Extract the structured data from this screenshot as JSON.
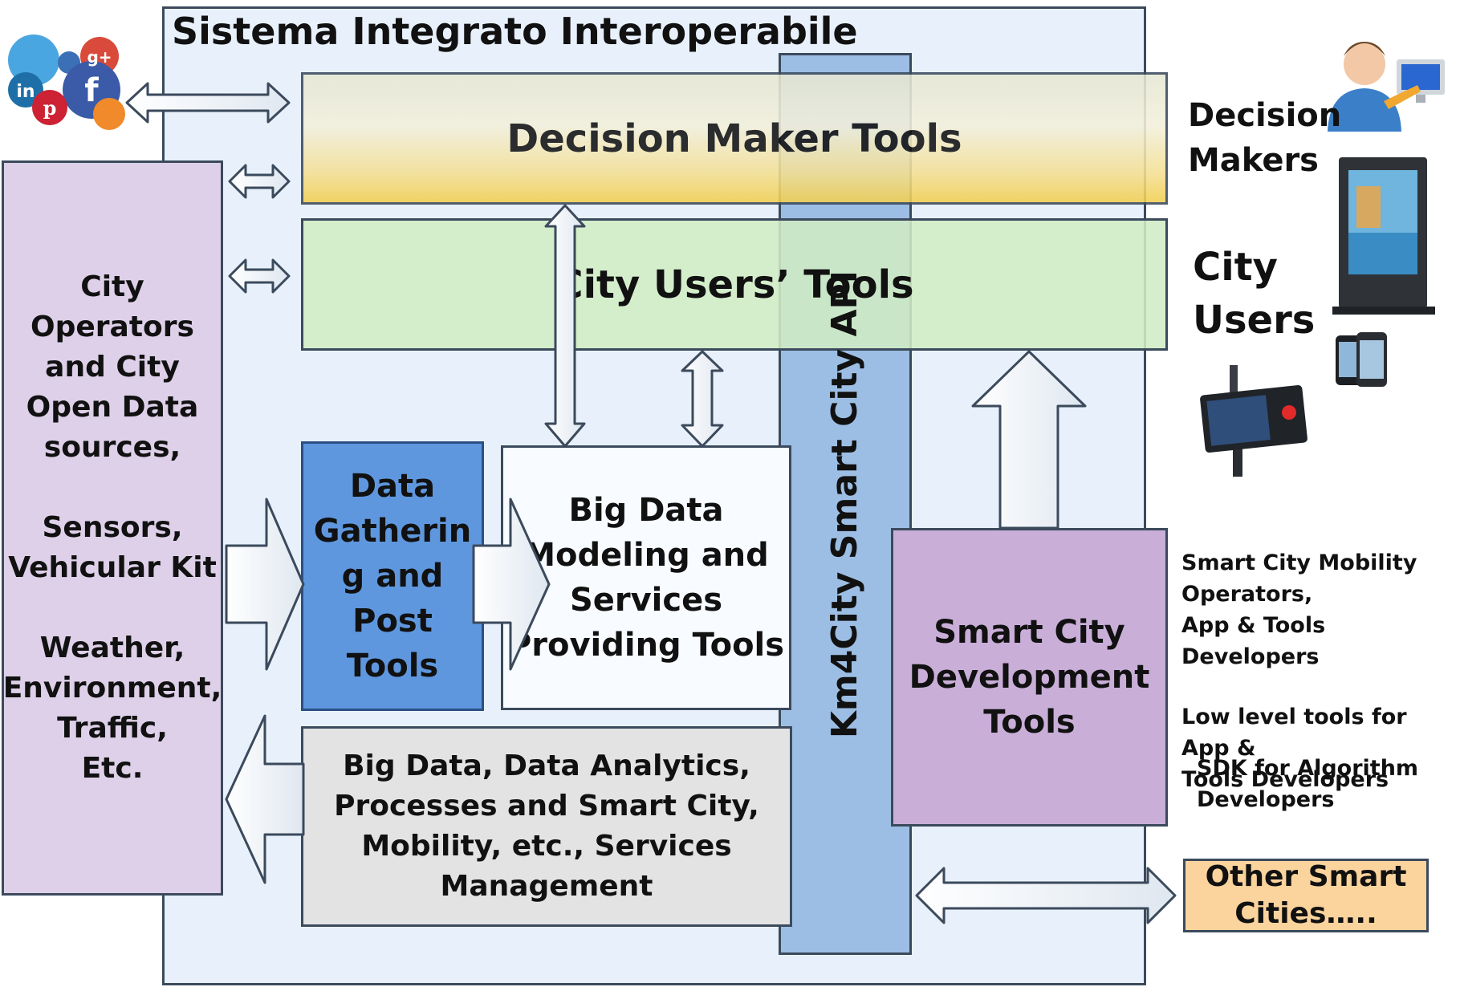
{
  "title": "Sistema Integrato Interoperabile",
  "api_label": "Km4City Smart City API",
  "blocks": {
    "decision_tools": "Decision Maker Tools",
    "users_tools": "City Users’ Tools",
    "sources": [
      "City",
      "Operators",
      "and City",
      "Open Data",
      "sources,",
      "",
      "Sensors,",
      "Vehicular Kit",
      "",
      "Weather,",
      "Environment,",
      "Traffic,",
      "Etc."
    ],
    "data_gathering": [
      "Data",
      "Gatherin",
      "g and",
      "Post",
      "Tools"
    ],
    "big_data_modeling": [
      "Big Data",
      "Modeling and",
      "Services",
      "Providing Tools"
    ],
    "management": [
      "Big Data, Data Analytics,",
      "Processes and Smart City,",
      "Mobility, etc., Services",
      "Management"
    ],
    "dev_tools": [
      "Smart City",
      "Development",
      "Tools"
    ]
  },
  "actors": {
    "decision_makers": [
      "Decision",
      "Makers"
    ],
    "city_users": [
      "City",
      "Users"
    ],
    "developers": [
      "Smart City Mobility",
      "Operators,",
      "App & Tools Developers",
      "",
      "Low level tools for App &",
      "Tools Developers"
    ],
    "sdk": [
      "SDK for Algorithm",
      "Developers"
    ],
    "other_cities": [
      "Other Smart",
      "Cities….."
    ]
  },
  "icons": [
    "social-network-icons",
    "user-computer-icon",
    "totem-kiosk-icon",
    "smartphones-icon",
    "traffic-sensor-icon"
  ]
}
